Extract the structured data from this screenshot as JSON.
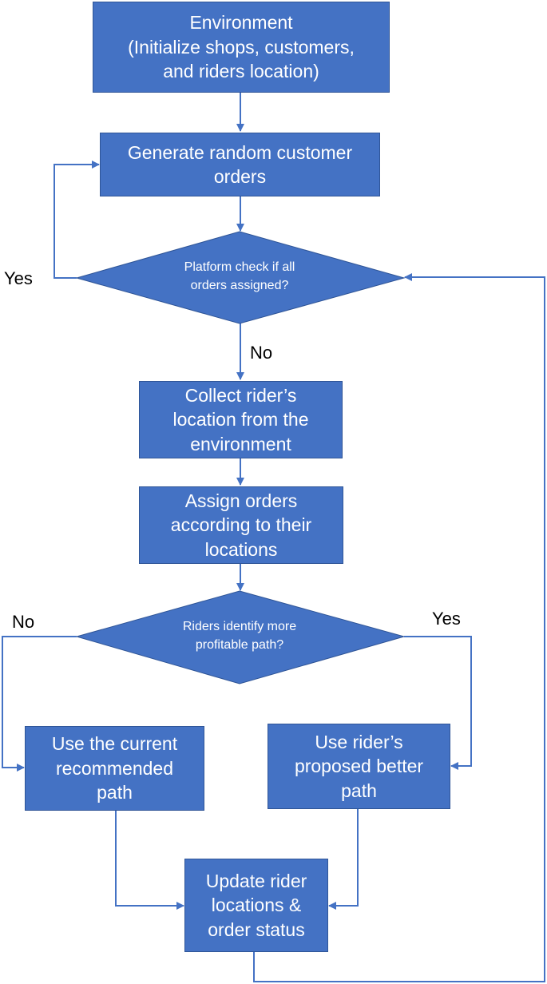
{
  "nodes": {
    "environment": "Environment\n(Initialize shops, customers,\nand riders location)",
    "generate_orders": "Generate random customer\norders",
    "check_assigned": "Platform check if all\norders assigned?",
    "collect_location": "Collect rider’s\nlocation from the\nenvironment",
    "assign_orders": "Assign orders\naccording to their\nlocations",
    "identify_path": "Riders identify more\nprofitable path?",
    "use_current": "Use the current\nrecommended\npath",
    "use_proposed": "Use rider’s\nproposed better\npath",
    "update_status": "Update rider\nlocations &\norder status"
  },
  "edge_labels": {
    "check_yes": "Yes",
    "check_no": "No",
    "path_no": "No",
    "path_yes": "Yes"
  },
  "colors": {
    "fill": "#4472c4",
    "border": "#2f5597",
    "line": "#4472c4",
    "text": "#ffffff"
  }
}
